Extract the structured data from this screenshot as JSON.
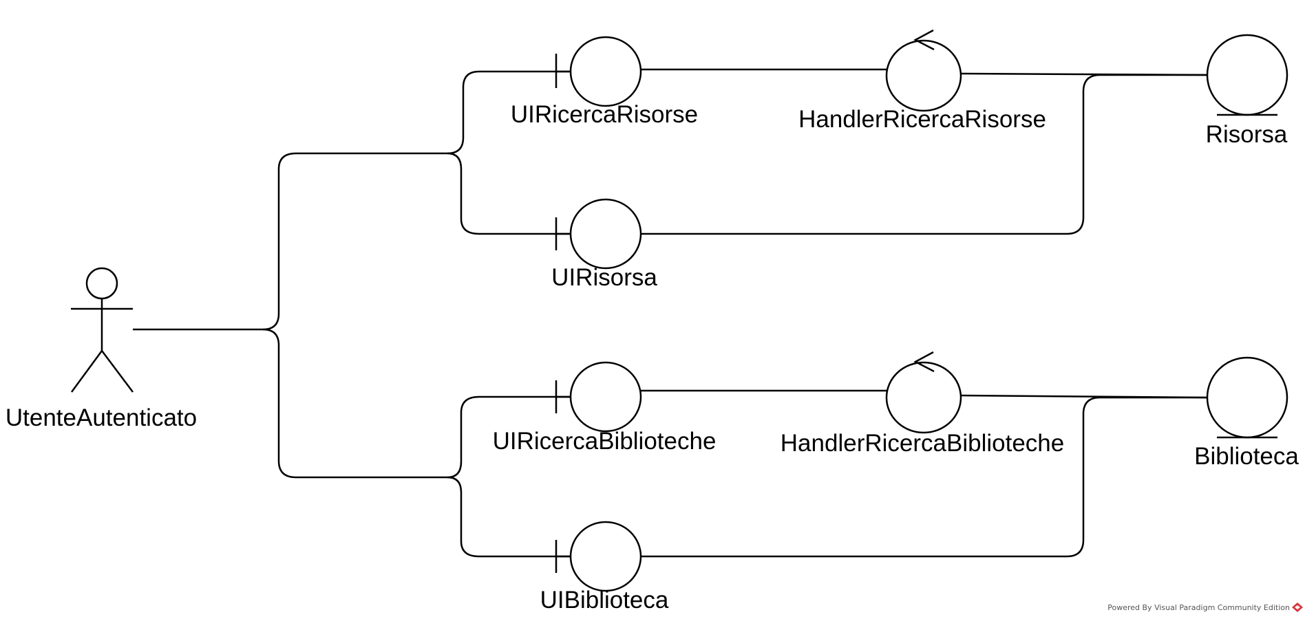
{
  "actor": {
    "label": "UtenteAutenticato"
  },
  "boundaries": {
    "ui_ricerca_risorse": "UIRicercaRisorse",
    "ui_risorsa": "UIRisorsa",
    "ui_ricerca_biblioteche": "UIRicercaBiblioteche",
    "ui_biblioteca": "UIBiblioteca"
  },
  "controls": {
    "handler_ricerca_risorse": "HandlerRicercaRisorse",
    "handler_ricerca_biblioteche": "HandlerRicercaBiblioteche"
  },
  "entities": {
    "risorsa": "Risorsa",
    "biblioteca": "Biblioteca"
  },
  "footer": {
    "text": "Powered By Visual Paradigm Community Edition",
    "logo_color": "#d9343b"
  }
}
